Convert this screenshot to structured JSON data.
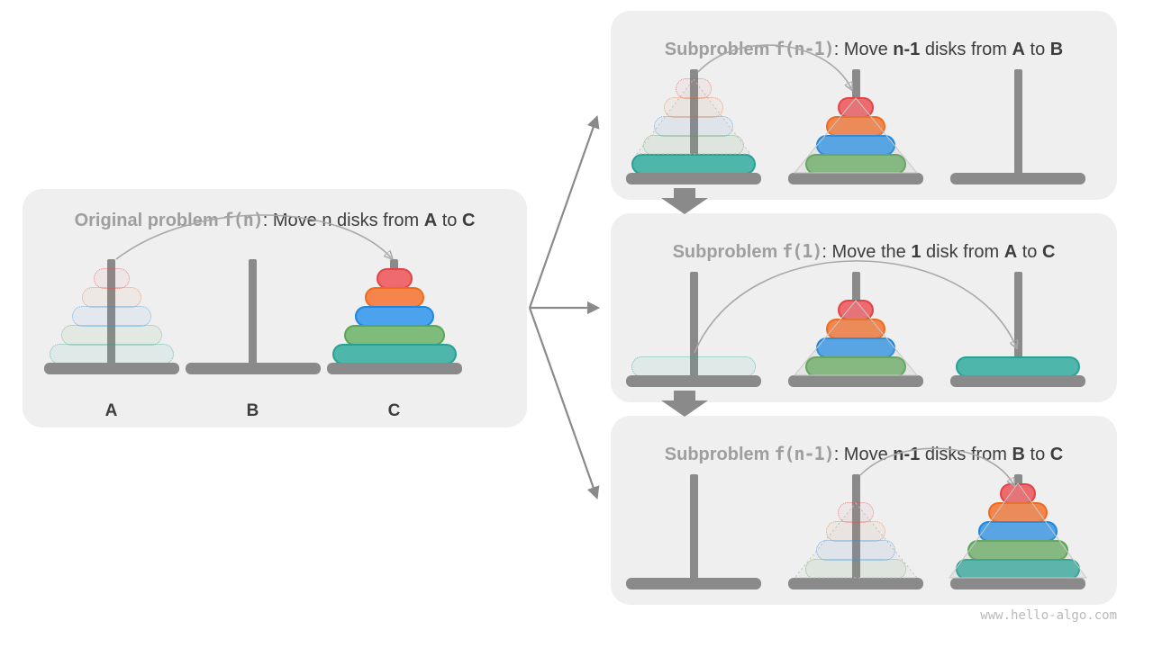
{
  "colors": {
    "panel-bg": "#efefef",
    "gray": "#8a8a8a",
    "arrow": "#8a8a8a",
    "arc": "#a8a8a8",
    "heading-gray": "#9e9e9e",
    "text-dark": "#3d3d3d",
    "watermark": "#b9b9b9",
    "disk1": "#ee6a6e",
    "disk1b": "#e14444",
    "disk2": "#f5854b",
    "disk2b": "#ee6a1d",
    "disk3": "#4aa3ec",
    "disk3b": "#1d86e0",
    "disk4": "#7fbb7a",
    "disk4b": "#5aa455",
    "disk5": "#4eb6ab",
    "disk5b": "#28a193"
  },
  "panels": {
    "original": {
      "heading_gray": "Original problem",
      "heading_fn": "f(n)",
      "t1": ": Move n disks from ",
      "b1": "A",
      "t2": " to ",
      "b2": "C",
      "peg_labels": [
        "A",
        "B",
        "C"
      ],
      "stacks": [
        [
          "g1",
          "g2",
          "g3",
          "g4",
          "g5"
        ],
        [],
        [
          "s1",
          "s2",
          "s3",
          "s4",
          "s5"
        ]
      ]
    },
    "sub1": {
      "heading_gray": "Subproblem",
      "heading_fn": "f(n-1)",
      "t1": ": Move ",
      "bn": "n-1",
      "t2": " disks from ",
      "b1": "A",
      "t3": " to ",
      "b2": "B",
      "stacks": [
        [
          "g1",
          "g2",
          "g3",
          "g4",
          "s5"
        ],
        [
          "s1",
          "s2",
          "s3",
          "s4"
        ],
        []
      ]
    },
    "sub2": {
      "heading_gray": "Subproblem",
      "heading_fn": "f(1)",
      "t1": ": Move the ",
      "bn": "1",
      "t2": " disk from ",
      "b1": "A",
      "t3": " to ",
      "b2": "C",
      "stacks": [
        [
          "g5"
        ],
        [
          "s1",
          "s2",
          "s3",
          "s4"
        ],
        [
          "s5"
        ]
      ]
    },
    "sub3": {
      "heading_gray": "Subproblem",
      "heading_fn": "f(n-1)",
      "t1": ": Move ",
      "bn": "n-1",
      "t2": " disks from ",
      "b1": "B",
      "t3": " to ",
      "b2": "C",
      "stacks": [
        [],
        [
          "g1",
          "g2",
          "g3",
          "g4"
        ],
        [
          "s1",
          "s2",
          "s3",
          "s4",
          "s5"
        ]
      ]
    }
  },
  "watermark": "www.hello-algo.com"
}
